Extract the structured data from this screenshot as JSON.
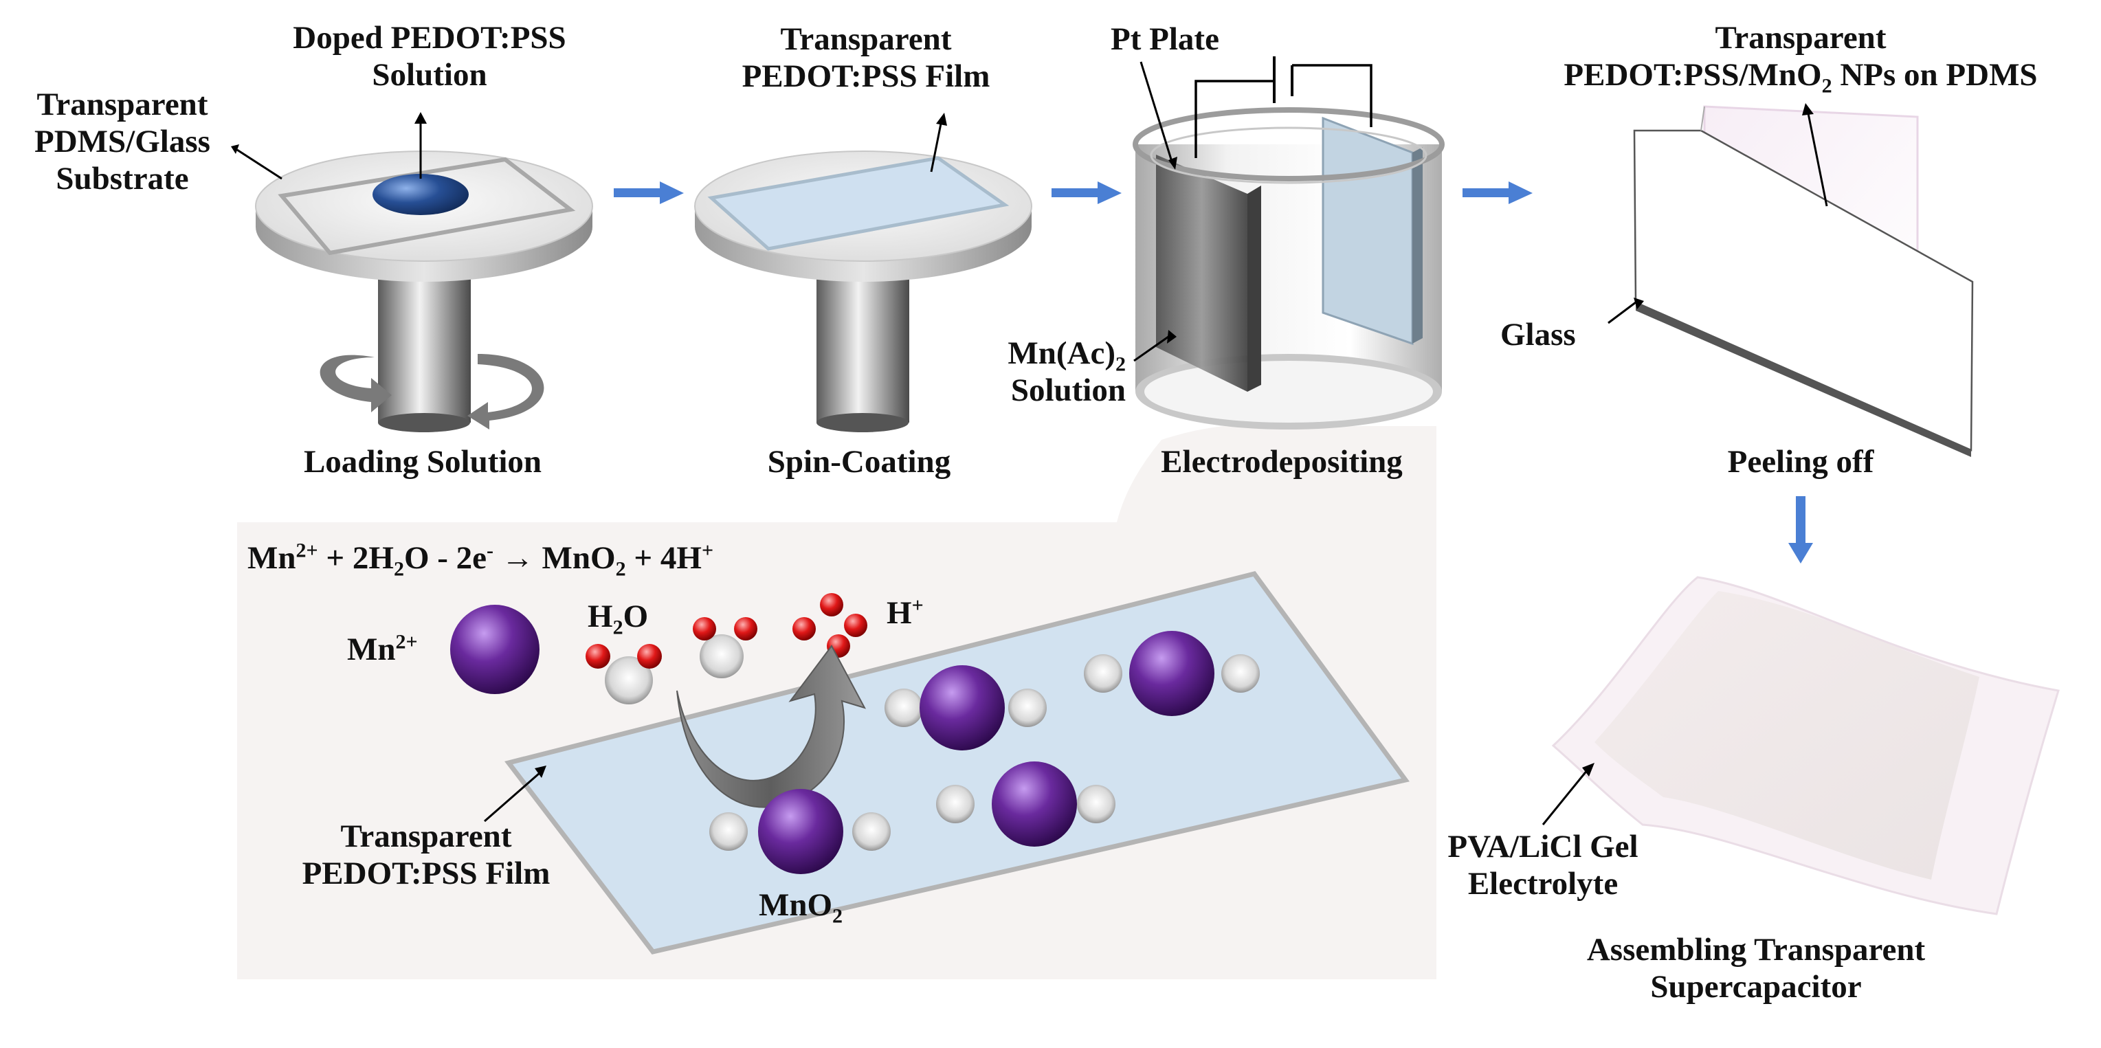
{
  "panel1": {
    "substrate_label": [
      "Transparent",
      "PDMS/Glass",
      "Substrate"
    ],
    "solution_label": [
      "Doped PEDOT:PSS",
      "Solution"
    ],
    "caption": "Loading Solution"
  },
  "panel2": {
    "film_label": [
      "Transparent",
      "PEDOT:PSS Film"
    ],
    "caption": "Spin-Coating"
  },
  "panel3": {
    "pt_label": "Pt Plate",
    "solution_label": {
      "mn": "Mn(Ac)",
      "sub": "2",
      "solution": "Solution"
    },
    "caption": "Electrodepositing"
  },
  "panel4": {
    "title": {
      "line1": "Transparent",
      "pre": "PEDOT:PSS/MnO",
      "sub": "2",
      "post": " NPs on PDMS"
    },
    "glass_label": "Glass",
    "peel_caption": "Peeling off"
  },
  "panel5": {
    "gel_label": [
      "PVA/LiCl Gel",
      "Electrolyte"
    ],
    "caption": [
      "Assembling Transparent",
      "Supercapacitor"
    ]
  },
  "detail": {
    "reaction": {
      "mn": "Mn",
      "mn_sup": "2+",
      "plus_water": " + 2H",
      "h_sub": "2",
      "o_part": "O - 2e",
      "e_sup": "-",
      "arrow": " → MnO",
      "mno2_sub": "2",
      "tail": " + 4H",
      "h_sup": "+"
    },
    "mn_ion": {
      "base": "Mn",
      "sup": "2+"
    },
    "water": {
      "base": "H",
      "sub": "2",
      "tail": "O"
    },
    "proton": {
      "base": "H",
      "sup": "+"
    },
    "film_label": [
      "Transparent",
      "PEDOT:PSS Film"
    ],
    "mno2": {
      "base": "MnO",
      "sub": "2"
    }
  },
  "colors": {
    "arrow_blue": "#4a7fd4",
    "film_blue": "#d2e2f0",
    "mn_purple": "#6a2a9e",
    "oxygen_red": "#e01818",
    "droplet_blue": "#1e4a8c",
    "detail_bg": "#f6f3f2"
  }
}
